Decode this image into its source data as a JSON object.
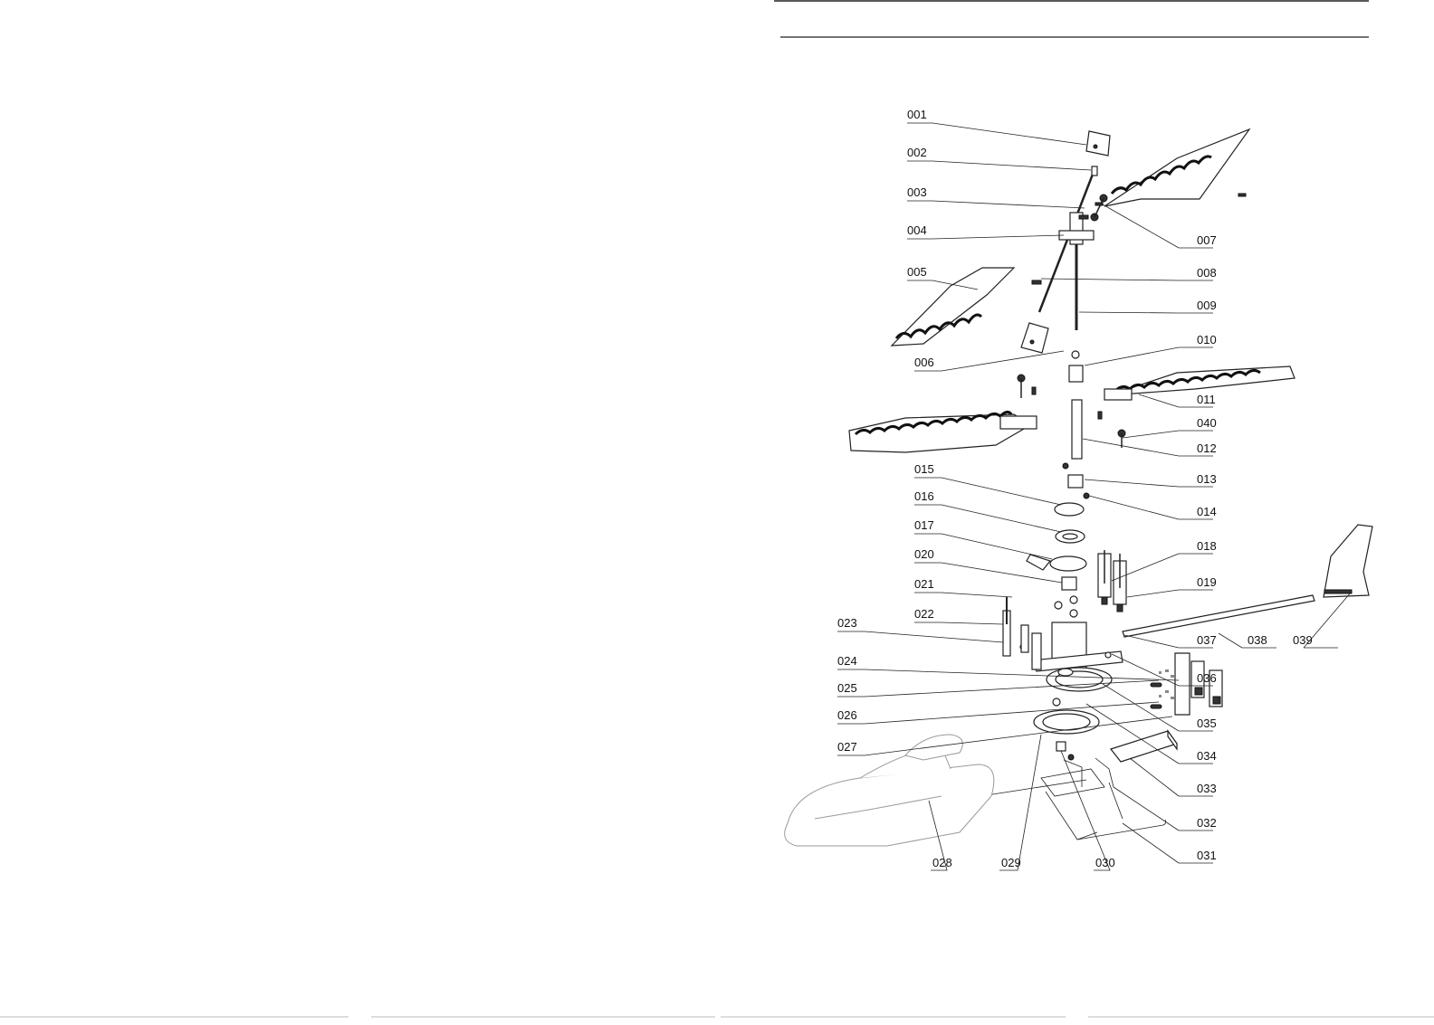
{
  "diagram": {
    "labels": {
      "p001": "001",
      "p002": "002",
      "p003": "003",
      "p004": "004",
      "p005": "005",
      "p006": "006",
      "p007": "007",
      "p008": "008",
      "p009": "009",
      "p010": "010",
      "p011": "011",
      "p012": "012",
      "p013": "013",
      "p014": "014",
      "p015": "015",
      "p016": "016",
      "p017": "017",
      "p018": "018",
      "p019": "019",
      "p020": "020",
      "p021": "021",
      "p022": "022",
      "p023": "023",
      "p024": "024",
      "p025": "025",
      "p026": "026",
      "p027": "027",
      "p028": "028",
      "p029": "029",
      "p030": "030",
      "p031": "031",
      "p032": "032",
      "p033": "033",
      "p034": "034",
      "p035": "035",
      "p036": "036",
      "p037": "037",
      "p038": "038",
      "p039": "039",
      "p040": "040"
    }
  }
}
